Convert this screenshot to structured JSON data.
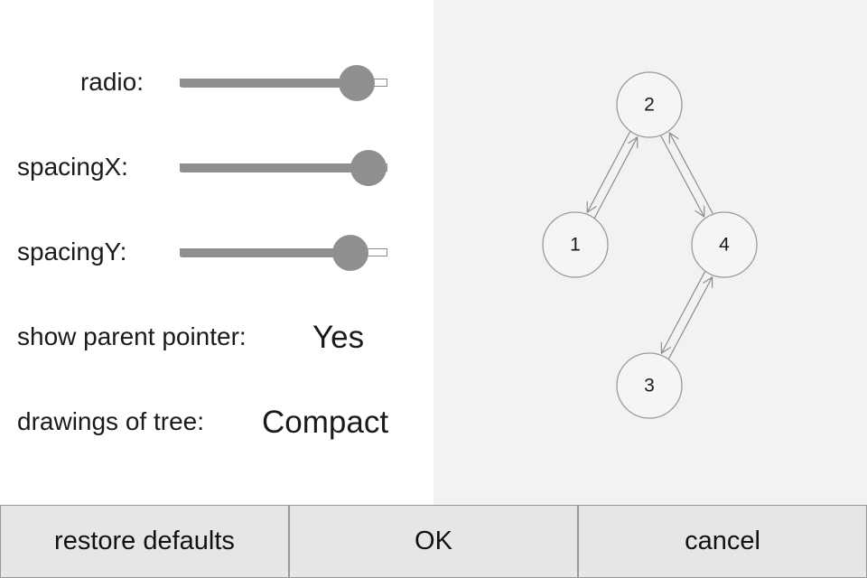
{
  "settings": {
    "radio": {
      "label": "radio:",
      "value_fraction": 0.85
    },
    "spacing_x": {
      "label": "spacingX:",
      "value_fraction": 0.91
    },
    "spacing_y": {
      "label": "spacingY:",
      "value_fraction": 0.82
    },
    "show_parent_pointer": {
      "label": "show parent pointer:",
      "value": "Yes"
    },
    "drawings_of_tree": {
      "label": "drawings of tree:",
      "value": "Compact"
    }
  },
  "preview": {
    "nodes": [
      {
        "id": "2",
        "label": "2"
      },
      {
        "id": "1",
        "label": "1"
      },
      {
        "id": "4",
        "label": "4"
      },
      {
        "id": "3",
        "label": "3"
      }
    ],
    "edges": [
      {
        "from": "2",
        "to": "1"
      },
      {
        "from": "2",
        "to": "4"
      },
      {
        "from": "4",
        "to": "3"
      }
    ]
  },
  "buttons": {
    "restore_defaults": "restore defaults",
    "ok": "OK",
    "cancel": "cancel"
  }
}
